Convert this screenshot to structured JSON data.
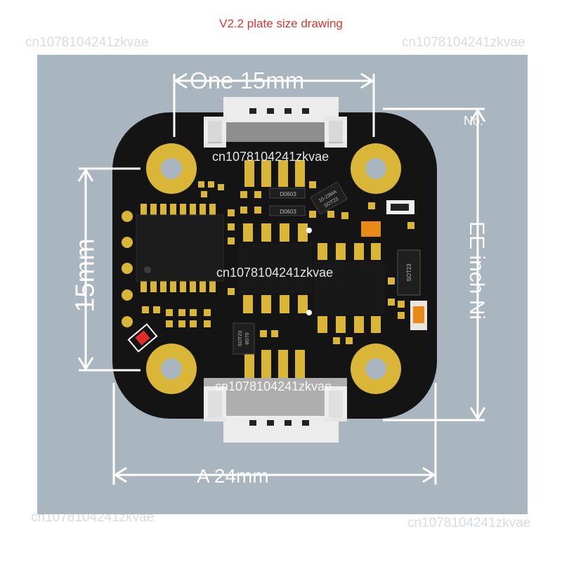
{
  "title": "V2.2 plate size drawing",
  "watermark": "cn1078104241zkvae",
  "dimensions": {
    "top": "One 15mm",
    "bottom": "A 24mm",
    "left": "15mm",
    "right": "EE inch Ni",
    "right_note": "No."
  },
  "components": {
    "sot23_a": "SOT23",
    "sot23_a_mark": "10-23MA",
    "sot23_b": "SOT23",
    "sot23_b_mark": "8G70",
    "sot23_c": "SOT23",
    "d0603_a": "D0603",
    "d0603_b": "D0603"
  },
  "colors": {
    "title": "#e0352b",
    "panel": "#a9b5bf",
    "board": "#141414",
    "pad": "#d9b638",
    "connector": "#e9e9e9",
    "dimension": "#ffffff"
  }
}
